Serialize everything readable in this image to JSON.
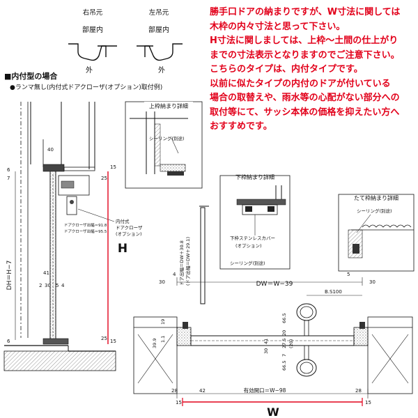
{
  "hinge": {
    "right": {
      "label": "右吊元",
      "inside": "部屋内",
      "outside": "外"
    },
    "left": {
      "label": "左吊元",
      "inside": "部屋内",
      "outside": "外"
    }
  },
  "section": {
    "title": "■内付型の場合",
    "subtitle": "●ランマ無し(内付式ドアクローザ(オプション)取付例)"
  },
  "note_lines": [
    "勝手口ドアの納まりですが、W寸法に関しては",
    "木枠の内々寸法と思って下さい。",
    "H寸法に関しましては、上枠～土間の仕上がり",
    "までの寸法表示となりますのでご注意下さい。",
    "こちらのタイプは、内付タイプです。",
    "以前に似たタイプの内付のドアが付いている",
    "場合の取替えや、雨水等の心配がない部分への",
    "取付等にて、サッシ本体の価格を抑えたい方へ",
    "おすすめです。"
  ],
  "detail_top": {
    "title": "上枠納まり詳細",
    "sealing": "シーリング(別途)"
  },
  "detail_bottom": {
    "title": "下枠納まり詳細",
    "cover": "下枠ステンレスカバー",
    "option": "(オプション)",
    "sealing": "シーリング(別途)"
  },
  "detail_side": {
    "title": "たて枠納まり詳細",
    "sealing": "シーリング(別途)"
  },
  "left_labels": {
    "closer1": "ドアクローザ出幅＝91.8",
    "closer2": "ドアクローザ出幅＝95.5",
    "inner_closer_1": "内付式",
    "inner_closer_2": "ドアクローザ",
    "inner_closer_3": "(オプション)",
    "dh": "DH＝H−7",
    "h": "H"
  },
  "dims_left": [
    "40",
    "6",
    "15",
    "25",
    "41",
    "2",
    "30",
    "5",
    "4",
    "6",
    "15",
    "25",
    "7"
  ],
  "dims_bottom": {
    "dw": "DW＝W−39",
    "bs": "B.S100",
    "open": "有効開口＝W−98",
    "w": "W",
    "door_width_1": "ドア出幅＝DW＋30.8",
    "door_width_2": "(ドア出幅＝DW＋29.1)",
    "d30l": "30",
    "d4": "4",
    "d5": "5",
    "d30r": "30",
    "d15l": "15",
    "d28l": "28",
    "d42": "42",
    "d28r": "28",
    "d15r": "15",
    "d19": "19",
    "d39": "39.9",
    "d11": "1.1",
    "d41": "41",
    "d30c": "30",
    "d665a": "66.5",
    "d20": "20",
    "d275": "27.5",
    "d20b": "(20)",
    "d7": "7",
    "d665b": "66.5"
  },
  "colors": {
    "accent": "#e2001a",
    "line": "#111111"
  }
}
